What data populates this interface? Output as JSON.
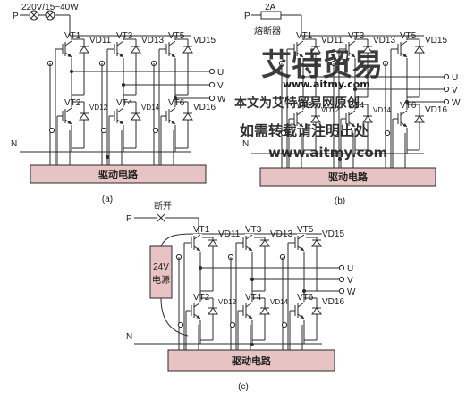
{
  "panels": [
    {
      "id": "a",
      "caption": "(a)",
      "input_label": "P",
      "supply_label": "220V/15~40W",
      "neg_label": "N",
      "driver_label": "驱动电路",
      "transistors": [
        "VT1",
        "VT3",
        "VT5",
        "VT2",
        "VT4",
        "VT6"
      ],
      "diodes": [
        "VD11",
        "VD13",
        "VD15",
        "VD12",
        "VD14",
        "VD16"
      ],
      "outputs": [
        "U",
        "V",
        "W"
      ]
    },
    {
      "id": "b",
      "caption": "(b)",
      "input_label": "P",
      "fuse_rating": "2A",
      "fuse_label": "熔断器",
      "neg_label": "N",
      "driver_label": "驱动电路",
      "transistors": [
        "VT1",
        "VT3",
        "VT5",
        "VT2",
        "VT4",
        "VT6"
      ],
      "diodes": [
        "VD11",
        "VD13",
        "VD15",
        "VD12",
        "VD14",
        "VD16"
      ],
      "outputs": [
        "U",
        "V",
        "W"
      ]
    },
    {
      "id": "c",
      "caption": "(c)",
      "input_label": "P",
      "break_label": "断开",
      "source_label_1": "24V",
      "source_label_2": "电源",
      "neg_label": "N",
      "driver_label": "驱动电路",
      "transistors": [
        "VT1",
        "VT3",
        "VT5",
        "VT2",
        "VT4",
        "VT6"
      ],
      "diodes": [
        "VD11",
        "VD13",
        "VD15",
        "VD12",
        "VD14",
        "VD16"
      ],
      "outputs": [
        "U",
        "V",
        "W"
      ]
    }
  ],
  "watermark": {
    "line1": "艾特贸易",
    "line2": "www.aitmy.com",
    "line3": "本文为艾特贸易网原创",
    "line4": "如需转载请注明出处",
    "line5": "www.aitmy.com"
  },
  "colors": {
    "line": "#2a2a2a",
    "driver_fill": "#e7c3c3",
    "source_fill": "#e7c3c3",
    "watermark": "#c8c8c8",
    "watermark_red": "#e9b5b5"
  }
}
